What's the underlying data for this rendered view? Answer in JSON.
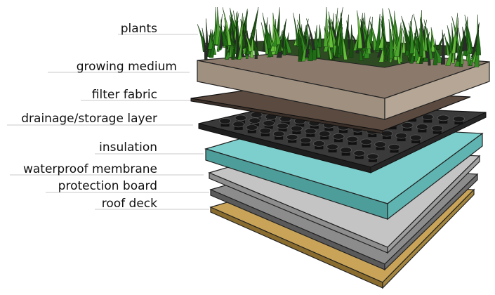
{
  "diagram": {
    "layers": [
      {
        "id": "plants",
        "label": "plants",
        "color": "#3f8f22"
      },
      {
        "id": "growing-medium",
        "label": "growing medium",
        "color": "#8c7b6b"
      },
      {
        "id": "filter-fabric",
        "label": "filter fabric",
        "color": "#5a4a3e"
      },
      {
        "id": "drainage-storage",
        "label": "drainage/storage layer",
        "color": "#2a2a2a"
      },
      {
        "id": "insulation",
        "label": "insulation",
        "color": "#6fc3c1"
      },
      {
        "id": "waterproof-membrane",
        "label": "waterproof membrane",
        "color": "#b5b5b5"
      },
      {
        "id": "protection-board",
        "label": "protection board",
        "color": "#8a8a8a"
      },
      {
        "id": "roof-deck",
        "label": "roof deck",
        "color": "#c9a458"
      }
    ]
  }
}
